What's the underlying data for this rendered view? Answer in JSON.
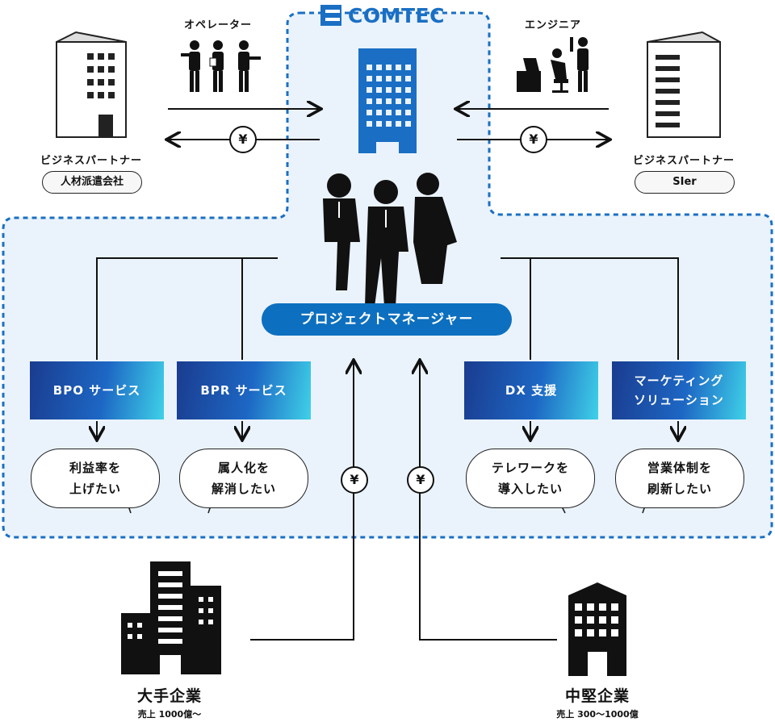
{
  "logo": {
    "text": "COMTEC",
    "color": "#1a6fc4",
    "icon": "comtec-logo-icon"
  },
  "left_partner": {
    "role": "オペレーター",
    "label": "ビジネスパートナー",
    "type": "人材派遣会社",
    "payment": "¥"
  },
  "right_partner": {
    "role": "エンジニア",
    "label": "ビジネスパートナー",
    "type": "SIer",
    "payment": "¥"
  },
  "project_manager": {
    "label": "プロジェクトマネージャー",
    "color": "#0d6fbf"
  },
  "services": [
    {
      "label": "BPO サービス",
      "need": "利益率を\n上げたい"
    },
    {
      "label": "BPR サービス",
      "need": "属人化を\n解消したい"
    },
    {
      "label": "DX 支援",
      "need": "テレワークを\n導入したい"
    },
    {
      "label": "マーケティング\nソリューション",
      "need": "営業体制を\n刷新したい"
    }
  ],
  "payments": {
    "large": "¥",
    "mid": "¥"
  },
  "clients": {
    "large": {
      "name": "大手企業",
      "revenue": "売上 1000億～"
    },
    "mid": {
      "name": "中堅企業",
      "revenue": "売上 300～1000億"
    }
  },
  "colors": {
    "region_bg": "#eaf3fc",
    "region_border": "#1a6fc4",
    "service_gradient_start": "#1a3c8f",
    "service_gradient_end": "#3fd1e8"
  }
}
